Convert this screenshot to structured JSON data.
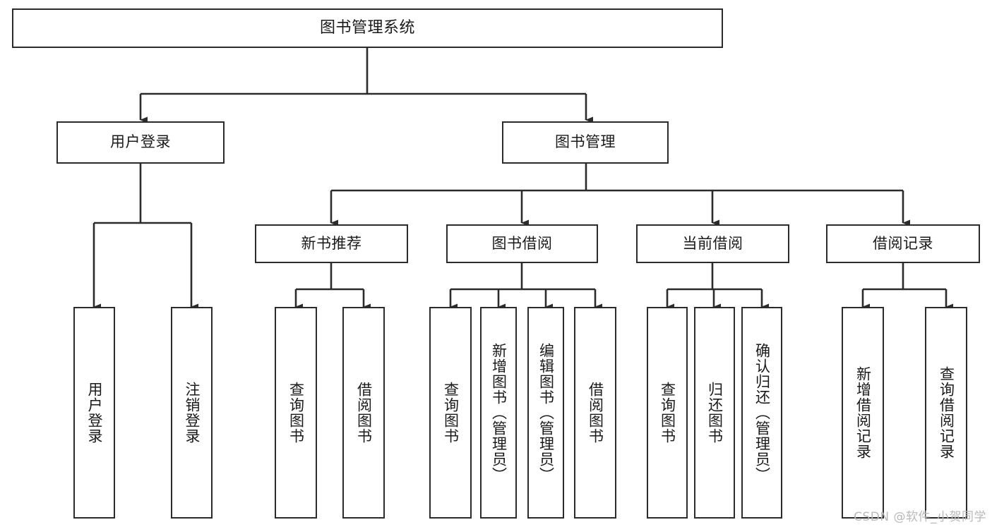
{
  "diagram": {
    "title": "图书管理系统",
    "type": "tree-hierarchy",
    "watermark": "CSDN @软件_小贺同学",
    "colors": {
      "background": "#ffffff",
      "box_border": "#2b2b2b",
      "box_fill": "#ffffff",
      "connector": "#2b2b2b",
      "text": "#1a1a1a",
      "watermark": "#b9b9b9"
    },
    "root": {
      "label": "图书管理系统"
    },
    "level2": [
      {
        "label": "用户登录"
      },
      {
        "label": "图书管理"
      }
    ],
    "level3": [
      {
        "label": "新书推荐"
      },
      {
        "label": "图书借阅"
      },
      {
        "label": "当前借阅"
      },
      {
        "label": "借阅记录"
      }
    ],
    "leaves": {
      "user_login": [
        {
          "label": "用户登录"
        },
        {
          "label": "注销登录"
        }
      ],
      "new_book_recommend": [
        {
          "label": "查询图书"
        },
        {
          "label": "借阅图书"
        }
      ],
      "book_borrow": [
        {
          "label": "查询图书"
        },
        {
          "label": "新增图书（管理员）"
        },
        {
          "label": "编辑图书（管理员）"
        },
        {
          "label": "借阅图书"
        }
      ],
      "current_borrow": [
        {
          "label": "查询图书"
        },
        {
          "label": "归还图书"
        },
        {
          "label": "确认归还（管理员）"
        }
      ],
      "borrow_record": [
        {
          "label": "新增借阅记录"
        },
        {
          "label": "查询借阅记录"
        }
      ]
    }
  }
}
